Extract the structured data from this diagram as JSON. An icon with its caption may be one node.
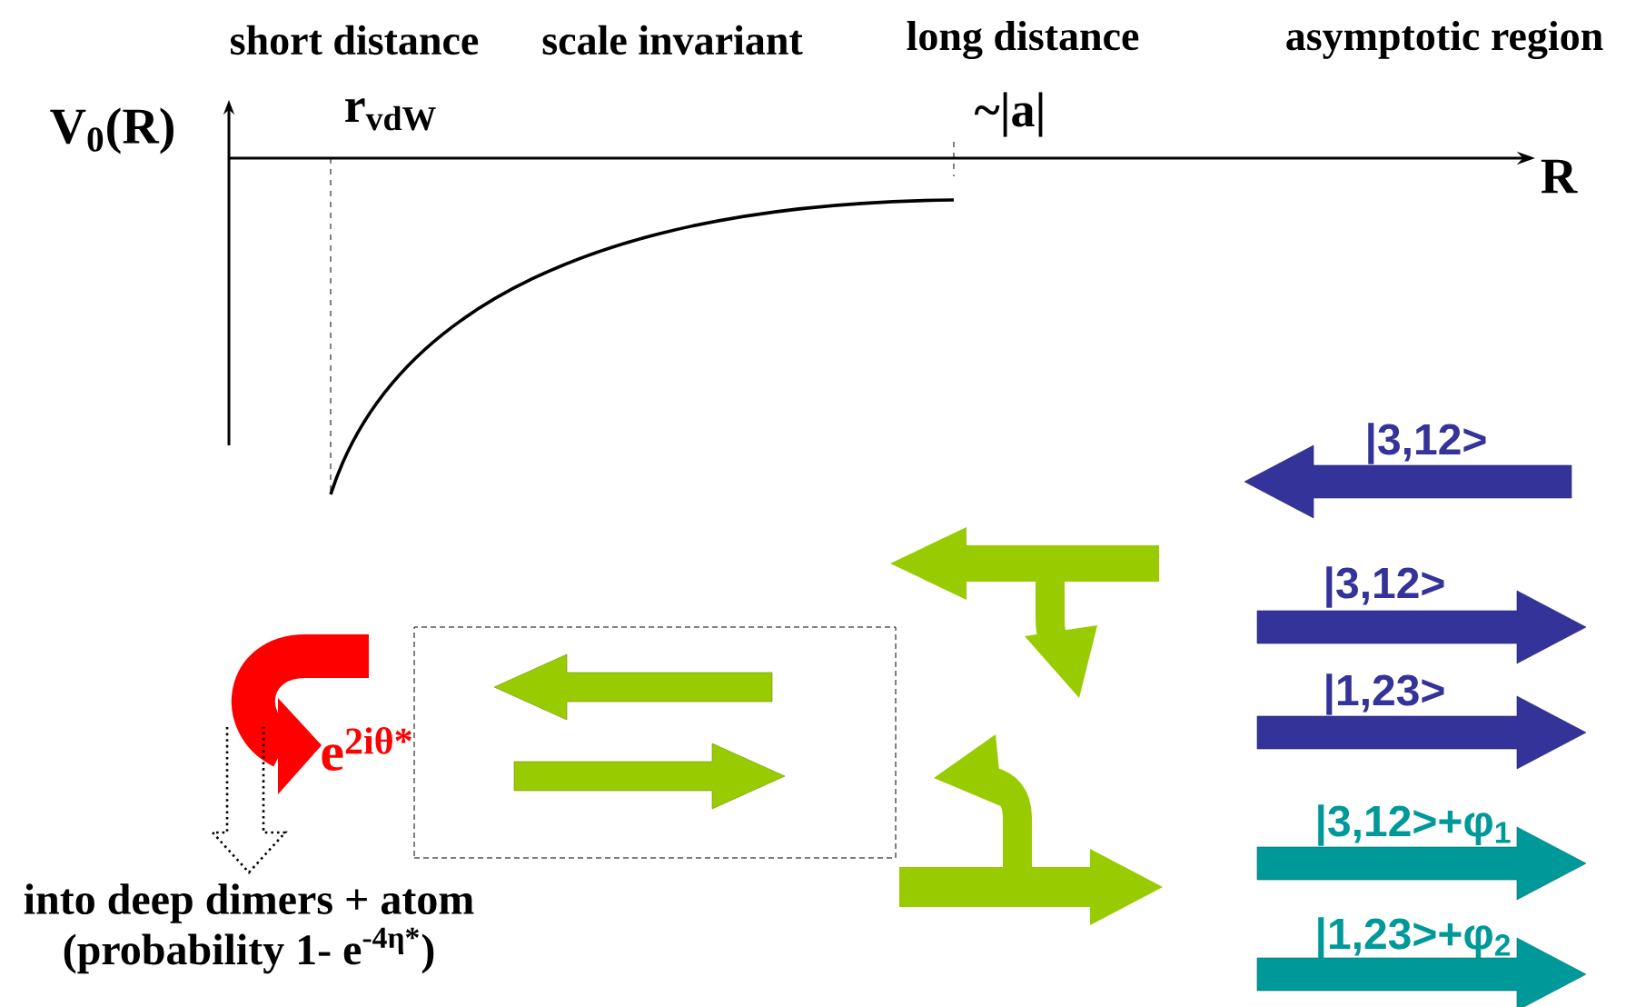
{
  "diagram": {
    "nodes": [
      {
        "text": [],
        "shape": "box"
      }
    ],
    "labels": [
      "short distance",
      "scale invariant",
      "long distance",
      "asymptotic region",
      "V$_{0}$(R)",
      "r$_{vdW}$",
      "~|a|",
      "R",
      "|3,12>",
      "|3,12>",
      "|1,23>",
      "e$^{2iθ*}$",
      "|3,12>+φ$_{1}$",
      "into deep dimers + atom",
      "(probability 1- e$^{-4η*}$)",
      "|1,23>+φ$_{2}$"
    ]
  }
}
